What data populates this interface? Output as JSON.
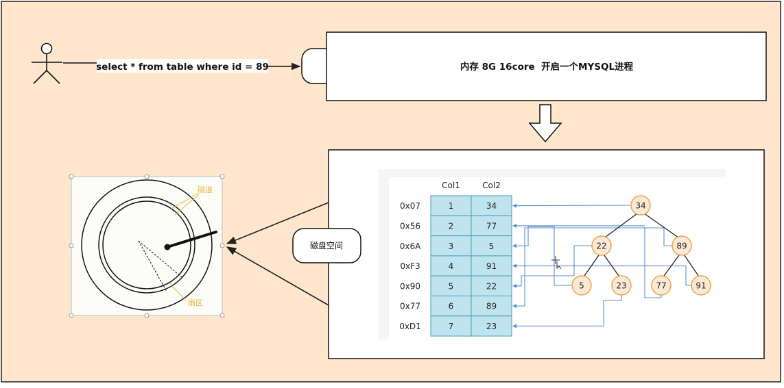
{
  "query": {
    "text": "select * from table where id = 89"
  },
  "memory_node": {
    "label": "内存"
  },
  "memory_box": {
    "label": "内存 8G 16core  开启一个MYSQL进程"
  },
  "disk_node": {
    "label": "磁盘空间"
  },
  "disk_labels": {
    "track": "磁道",
    "sector": "扇区"
  },
  "table": {
    "headers": [
      "Col1",
      "Col2"
    ],
    "rows": [
      {
        "addr": "0x07",
        "col1": "1",
        "col2": "34"
      },
      {
        "addr": "0x56",
        "col1": "2",
        "col2": "77"
      },
      {
        "addr": "0x6A",
        "col1": "3",
        "col2": "5"
      },
      {
        "addr": "0xF3",
        "col1": "4",
        "col2": "91"
      },
      {
        "addr": "0x90",
        "col1": "5",
        "col2": "22"
      },
      {
        "addr": "0x77",
        "col1": "6",
        "col2": "89"
      },
      {
        "addr": "0xD1",
        "col1": "7",
        "col2": "23"
      }
    ]
  },
  "tree": {
    "nodes": [
      {
        "id": "n34",
        "value": "34",
        "row": 0
      },
      {
        "id": "n22",
        "value": "22",
        "row": 4
      },
      {
        "id": "n89",
        "value": "89",
        "row": 5
      },
      {
        "id": "n5",
        "value": "5",
        "row": 2
      },
      {
        "id": "n23",
        "value": "23",
        "row": 6
      },
      {
        "id": "n77",
        "value": "77",
        "row": 1
      },
      {
        "id": "n91",
        "value": "91",
        "row": 3
      }
    ],
    "edges": [
      [
        "n34",
        "n22"
      ],
      [
        "n34",
        "n89"
      ],
      [
        "n22",
        "n5"
      ],
      [
        "n22",
        "n23"
      ],
      [
        "n89",
        "n77"
      ],
      [
        "n89",
        "n91"
      ]
    ]
  },
  "colors": {
    "background": "#ffe6cc",
    "cell_fill": "#bfe4ee",
    "cell_stroke": "#4a9ab8",
    "node_fill": "#fde9d4",
    "node_stroke": "#f0a050",
    "pointer": "#5a8fd0",
    "label_gold": "#e8b83c"
  }
}
